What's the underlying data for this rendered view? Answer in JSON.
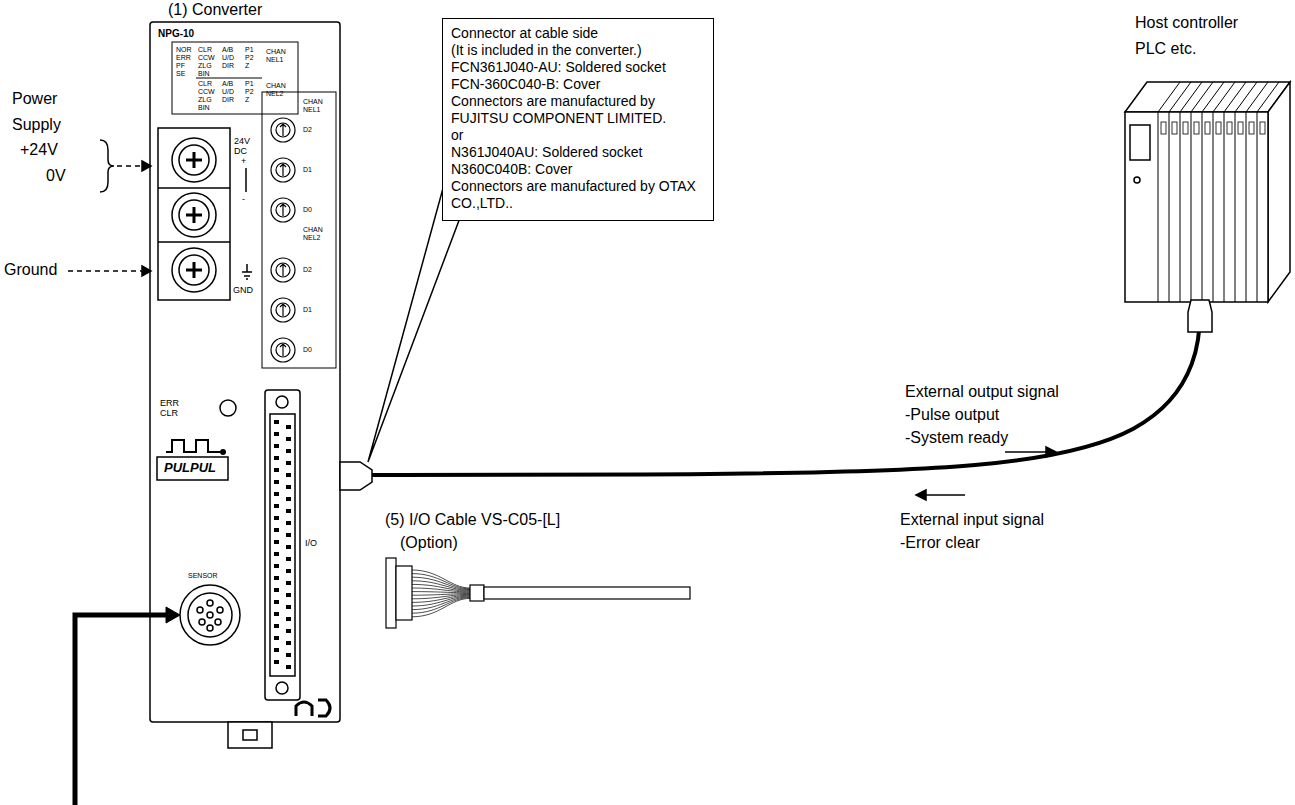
{
  "diagram": {
    "nodes": [
      {
        "text": [
          "(1) Converter"
        ]
      },
      {
        "text": [
          "Connector at cable side",
          "(It is included in the converter.)",
          "FCN361J040-AU: Soldered socket",
          "FCN-360C040-B: Cover",
          "Connectors are manufactured by FUJITSU COMPONENT LIMITED.",
          "or",
          "N361J040AU: Soldered socket",
          "N360C040B: Cover",
          "Connectors are manufactured by OTAX CO.,LTD.."
        ]
      },
      {
        "text": [
          "Host controller PLC etc."
        ]
      }
    ],
    "edges": [
      {
        "from": 0,
        "to": 2,
        "arrow": "none"
      }
    ],
    "labels": [
      "Power Supply",
      "+24V",
      "0V",
      "Ground",
      "NPG-10",
      "NOR ERR PF SE",
      "CLR CCW ZLG BIN",
      "A/B U/D DIR",
      "P1 P2 Z",
      "CHAN NEL1",
      "CLR CCW ZLG BIN",
      "A/B U/D DIR",
      "P1 P2 Z",
      "CHAN NEL2",
      "24V DC",
      "+",
      "-",
      "GND",
      "CHAN NEL1",
      "D2",
      "D1",
      "D0",
      "CHAN NEL2",
      "D2",
      "D1",
      "D0",
      "ERR CLR",
      "PULPUL",
      "I/O",
      "SENSOR",
      "External output signal",
      "-Pulse output",
      "-System ready",
      "External input signal",
      "-Error clear",
      "(5) I/O Cable VS-C05-[L]",
      "(Option)"
    ]
  }
}
